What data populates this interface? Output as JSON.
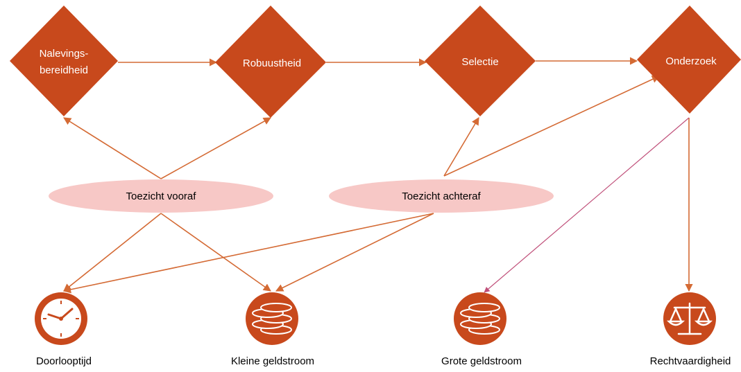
{
  "colors": {
    "accent": "#c8491c",
    "arrow": "#d46a34",
    "arrow_pink": "#c0507a",
    "oval_fill": "#f7c8c6"
  },
  "diamonds": [
    {
      "label_line1": "Nalevings-",
      "label_line2": "bereidheid"
    },
    {
      "label": "Robuustheid"
    },
    {
      "label": "Selectie"
    },
    {
      "label": "Onderzoek"
    }
  ],
  "ovals": [
    {
      "label": "Toezicht vooraf"
    },
    {
      "label": "Toezicht achteraf"
    }
  ],
  "outcomes": [
    {
      "label": "Doorlooptijd",
      "icon": "clock-icon"
    },
    {
      "label": "Kleine geldstroom",
      "icon": "coins-icon"
    },
    {
      "label": "Grote geldstroom",
      "icon": "coins-icon"
    },
    {
      "label": "Rechtvaardigheid",
      "icon": "scales-icon"
    }
  ]
}
